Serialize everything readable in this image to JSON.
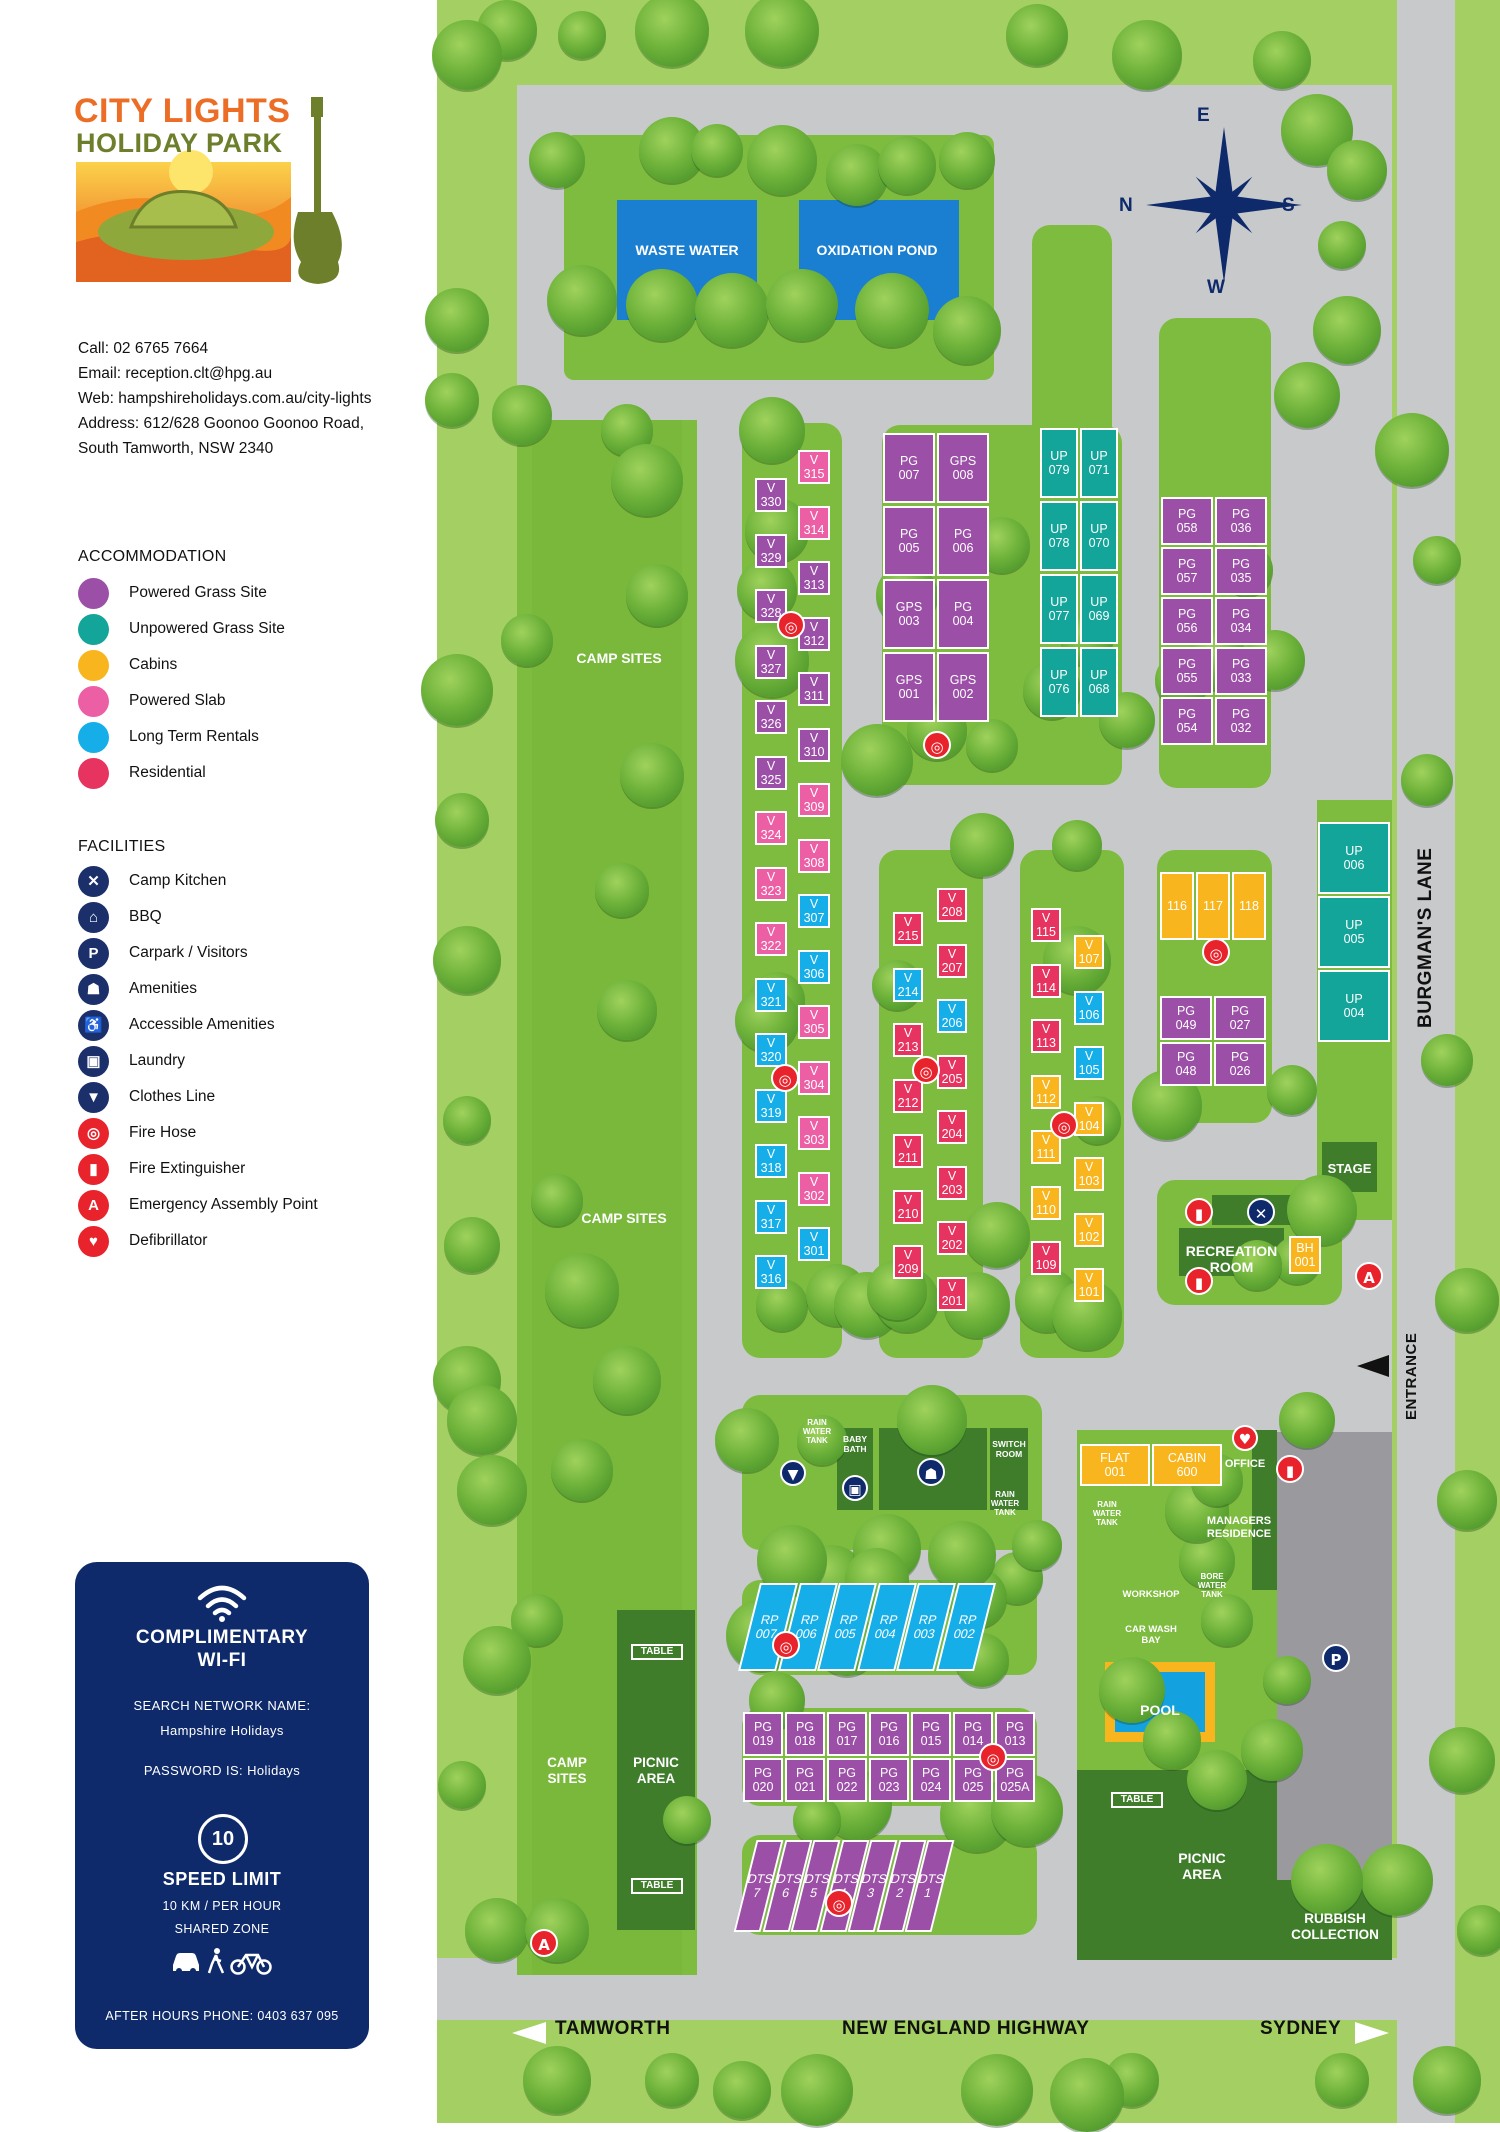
{
  "brand": {
    "line1": "CITY LIGHTS",
    "line2": "HOLIDAY PARK"
  },
  "contact": {
    "call": "Call: 02 6765 7664",
    "email": "Email: reception.clt@hpg.au",
    "web": "Web: hampshireholidays.com.au/city-lights",
    "address1": "Address: 612/628 Goonoo Goonoo Road,",
    "address2": "South Tamworth, NSW 2340"
  },
  "accommodation": {
    "title": "ACCOMMODATION",
    "items": [
      {
        "label": "Powered Grass Site",
        "color": "#9b4fa6"
      },
      {
        "label": "Unpowered Grass Site",
        "color": "#13a59a"
      },
      {
        "label": "Cabins",
        "color": "#f8b51d"
      },
      {
        "label": "Powered Slab",
        "color": "#ec5fa5"
      },
      {
        "label": "Long Term Rentals",
        "color": "#16aee8"
      },
      {
        "label": "Residential",
        "color": "#e6335f"
      }
    ]
  },
  "facilities": {
    "title": "FACILITIES",
    "items": [
      {
        "label": "Camp Kitchen",
        "icon": "utensils-icon",
        "glyph": "✕"
      },
      {
        "label": "BBQ",
        "icon": "bbq-icon",
        "glyph": "⌂"
      },
      {
        "label": "Carpark / Visitors",
        "icon": "parking-icon",
        "glyph": "P"
      },
      {
        "label": "Amenities",
        "icon": "toilets-icon",
        "glyph": "☗"
      },
      {
        "label": "Accessible Amenities",
        "icon": "wheelchair-icon",
        "glyph": "♿"
      },
      {
        "label": "Laundry",
        "icon": "laundry-icon",
        "glyph": "▣"
      },
      {
        "label": "Clothes Line",
        "icon": "shirt-icon",
        "glyph": "▼"
      },
      {
        "label": "Fire Hose",
        "icon": "fire-hose-icon",
        "glyph": "◎"
      },
      {
        "label": "Fire Extinguisher",
        "icon": "fire-extinguisher-icon",
        "glyph": "▮"
      },
      {
        "label": "Emergency Assembly Point",
        "icon": "assembly-point-icon",
        "glyph": "A"
      },
      {
        "label": "Defibrillator",
        "icon": "defibrillator-icon",
        "glyph": "♥"
      }
    ]
  },
  "wifi": {
    "title1": "COMPLIMENTARY",
    "title2": "WI-FI",
    "network_label": "SEARCH NETWORK NAME:",
    "network_name": "Hampshire Holidays",
    "password": "PASSWORD IS: Holidays",
    "speed_value": "10",
    "speed_title": "SPEED LIMIT",
    "speed_detail": "10 KM / PER HOUR",
    "shared_zone": "SHARED ZONE",
    "after_hours": "AFTER HOURS PHONE: 0403 637 095"
  },
  "map": {
    "compass": {
      "n": "N",
      "e": "E",
      "s": "S",
      "w": "W"
    },
    "roads": {
      "highway": "NEW ENGLAND HIGHWAY",
      "west": "TAMWORTH",
      "east": "SYDNEY",
      "lane": "BURGMAN'S LANE",
      "entrance": "ENTRANCE"
    },
    "areas": {
      "waste_water": "WASTE WATER",
      "oxidation_pond": "OXIDATION POND",
      "camp_sites": "CAMP SITES",
      "picnic_area": "PICNIC AREA",
      "recreation_room": "RECREATION ROOM",
      "stage": "STAGE",
      "office": "OFFICE",
      "managers_residence": "MANAGERS RESIDENCE",
      "workshop": "WORKSHOP",
      "car_wash_bay": "CAR WASH BAY",
      "pool": "POOL",
      "rubbish_collection": "RUBBISH COLLECTION",
      "rain_water_tank": "RAIN WATER TANK",
      "bore_water_tank": "BORE WATER TANK",
      "baby_bath": "BABY BATH",
      "switch_room": "SWITCH ROOM",
      "table": "TABLE"
    },
    "sites": [
      {
        "id": "V 315",
        "t": "slab"
      },
      {
        "id": "V 330",
        "t": "pg"
      },
      {
        "id": "V 314",
        "t": "slab"
      },
      {
        "id": "V 329",
        "t": "pg"
      },
      {
        "id": "V 313",
        "t": "pg"
      },
      {
        "id": "V 328",
        "t": "pg"
      },
      {
        "id": "V 312",
        "t": "pg"
      },
      {
        "id": "V 327",
        "t": "pg"
      },
      {
        "id": "V 311",
        "t": "pg"
      },
      {
        "id": "V 326",
        "t": "pg"
      },
      {
        "id": "V 310",
        "t": "pg"
      },
      {
        "id": "V 325",
        "t": "pg"
      },
      {
        "id": "V 309",
        "t": "slab"
      },
      {
        "id": "V 324",
        "t": "slab"
      },
      {
        "id": "V 308",
        "t": "slab"
      },
      {
        "id": "V 323",
        "t": "slab"
      },
      {
        "id": "V 307",
        "t": "ltr"
      },
      {
        "id": "V 322",
        "t": "slab"
      },
      {
        "id": "V 306",
        "t": "ltr"
      },
      {
        "id": "V 321",
        "t": "ltr"
      },
      {
        "id": "V 305",
        "t": "slab"
      },
      {
        "id": "V 320",
        "t": "ltr"
      },
      {
        "id": "V 304",
        "t": "slab"
      },
      {
        "id": "V 319",
        "t": "ltr"
      },
      {
        "id": "V 303",
        "t": "slab"
      },
      {
        "id": "V 318",
        "t": "ltr"
      },
      {
        "id": "V 302",
        "t": "slab"
      },
      {
        "id": "V 317",
        "t": "ltr"
      },
      {
        "id": "V 301",
        "t": "ltr"
      },
      {
        "id": "V 316",
        "t": "ltr"
      },
      {
        "id": "PG 007",
        "t": "pg"
      },
      {
        "id": "GPS 008",
        "t": "pg"
      },
      {
        "id": "PG 005",
        "t": "pg"
      },
      {
        "id": "PG 006",
        "t": "pg"
      },
      {
        "id": "GPS 003",
        "t": "pg"
      },
      {
        "id": "PG 004",
        "t": "pg"
      },
      {
        "id": "GPS 001",
        "t": "pg"
      },
      {
        "id": "GPS 002",
        "t": "pg"
      },
      {
        "id": "UP 079",
        "t": "up"
      },
      {
        "id": "UP 071",
        "t": "up"
      },
      {
        "id": "UP 078",
        "t": "up"
      },
      {
        "id": "UP 070",
        "t": "up"
      },
      {
        "id": "UP 077",
        "t": "up"
      },
      {
        "id": "UP 069",
        "t": "up"
      },
      {
        "id": "UP 076",
        "t": "up"
      },
      {
        "id": "UP 068",
        "t": "up"
      },
      {
        "id": "PG 058",
        "t": "pg"
      },
      {
        "id": "PG 036",
        "t": "pg"
      },
      {
        "id": "PG 057",
        "t": "pg"
      },
      {
        "id": "PG 035",
        "t": "pg"
      },
      {
        "id": "PG 056",
        "t": "pg"
      },
      {
        "id": "PG 034",
        "t": "pg"
      },
      {
        "id": "PG 055",
        "t": "pg"
      },
      {
        "id": "PG 033",
        "t": "pg"
      },
      {
        "id": "PG 054",
        "t": "pg"
      },
      {
        "id": "PG 032",
        "t": "pg"
      },
      {
        "id": "V 208",
        "t": "res"
      },
      {
        "id": "V 215",
        "t": "res"
      },
      {
        "id": "V 207",
        "t": "res"
      },
      {
        "id": "V 214",
        "t": "ltr"
      },
      {
        "id": "V 206",
        "t": "ltr"
      },
      {
        "id": "V 213",
        "t": "res"
      },
      {
        "id": "V 205",
        "t": "res"
      },
      {
        "id": "V 212",
        "t": "res"
      },
      {
        "id": "V 204",
        "t": "res"
      },
      {
        "id": "V 211",
        "t": "res"
      },
      {
        "id": "V 203",
        "t": "res"
      },
      {
        "id": "V 210",
        "t": "res"
      },
      {
        "id": "V 202",
        "t": "res"
      },
      {
        "id": "V 209",
        "t": "res"
      },
      {
        "id": "V 201",
        "t": "res"
      },
      {
        "id": "V 115",
        "t": "res"
      },
      {
        "id": "V 107",
        "t": "cabin"
      },
      {
        "id": "V 114",
        "t": "res"
      },
      {
        "id": "V 106",
        "t": "ltr"
      },
      {
        "id": "V 113",
        "t": "res"
      },
      {
        "id": "V 105",
        "t": "ltr"
      },
      {
        "id": "V 112",
        "t": "cabin"
      },
      {
        "id": "V 104",
        "t": "cabin"
      },
      {
        "id": "V 111",
        "t": "cabin"
      },
      {
        "id": "V 103",
        "t": "cabin"
      },
      {
        "id": "V 110",
        "t": "cabin"
      },
      {
        "id": "V 102",
        "t": "cabin"
      },
      {
        "id": "V 109",
        "t": "res"
      },
      {
        "id": "V 101",
        "t": "cabin"
      },
      {
        "id": "116",
        "t": "cabin"
      },
      {
        "id": "117",
        "t": "cabin"
      },
      {
        "id": "118",
        "t": "cabin"
      },
      {
        "id": "PG 049",
        "t": "pg"
      },
      {
        "id": "PG 027",
        "t": "pg"
      },
      {
        "id": "PG 048",
        "t": "pg"
      },
      {
        "id": "PG 026",
        "t": "pg"
      },
      {
        "id": "UP 006",
        "t": "up"
      },
      {
        "id": "UP 005",
        "t": "up"
      },
      {
        "id": "UP 004",
        "t": "up"
      },
      {
        "id": "BH 001",
        "t": "cabin"
      },
      {
        "id": "FLAT 001",
        "t": "cabin"
      },
      {
        "id": "CABIN 600",
        "t": "cabin"
      },
      {
        "id": "RP 007",
        "t": "ltr"
      },
      {
        "id": "RP 006",
        "t": "ltr"
      },
      {
        "id": "RP 005",
        "t": "ltr"
      },
      {
        "id": "RP 004",
        "t": "ltr"
      },
      {
        "id": "RP 003",
        "t": "ltr"
      },
      {
        "id": "RP 002",
        "t": "ltr"
      },
      {
        "id": "PG 019",
        "t": "pg"
      },
      {
        "id": "PG 018",
        "t": "pg"
      },
      {
        "id": "PG 017",
        "t": "pg"
      },
      {
        "id": "PG 016",
        "t": "pg"
      },
      {
        "id": "PG 015",
        "t": "pg"
      },
      {
        "id": "PG 014",
        "t": "pg"
      },
      {
        "id": "PG 013",
        "t": "pg"
      },
      {
        "id": "PG 020",
        "t": "pg"
      },
      {
        "id": "PG 021",
        "t": "pg"
      },
      {
        "id": "PG 022",
        "t": "pg"
      },
      {
        "id": "PG 023",
        "t": "pg"
      },
      {
        "id": "PG 024",
        "t": "pg"
      },
      {
        "id": "PG 025",
        "t": "pg"
      },
      {
        "id": "PG 025A",
        "t": "pg"
      },
      {
        "id": "DTS 7",
        "t": "pg"
      },
      {
        "id": "DTS 6",
        "t": "pg"
      },
      {
        "id": "DTS 5",
        "t": "pg"
      },
      {
        "id": "DTS 4",
        "t": "pg"
      },
      {
        "id": "DTS 3",
        "t": "pg"
      },
      {
        "id": "DTS 2",
        "t": "pg"
      },
      {
        "id": "DTS 1",
        "t": "pg"
      }
    ]
  }
}
